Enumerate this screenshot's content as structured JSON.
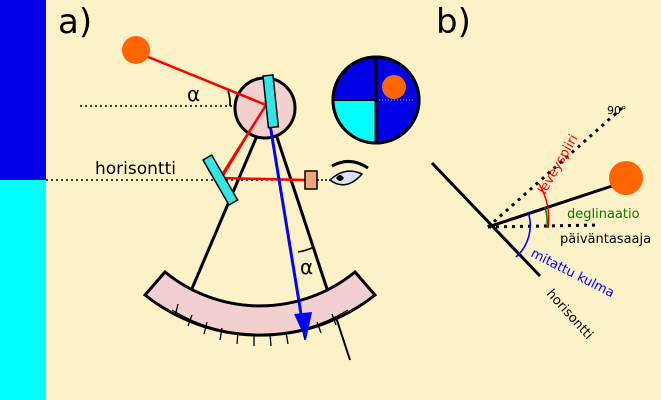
{
  "panels": {
    "a": {
      "label": "a)"
    },
    "b": {
      "label": "b)"
    }
  },
  "labels": {
    "alpha_top": "α",
    "alpha_bottom": "α",
    "horizon_a": "horisontti",
    "degree_90": "90°",
    "latitude": "leveyspiiri",
    "declination": "deglinaatio",
    "equator": "päiväntasaaja",
    "measured_angle": "mitattu kulma",
    "horizon_b": "horisontti"
  },
  "colors": {
    "background": "#fdf1c8",
    "sky": "#0000e6",
    "sea": "#00ffff",
    "sun": "#ff6600",
    "mirror": "#33e6e6",
    "scale": "#f2d0d0",
    "light_ray": "#ff0000",
    "index_arm": "#0000ff",
    "declination": "#008000",
    "eyepiece": "#f5a37a"
  },
  "icons": {
    "sun": "sun-icon",
    "eye": "eye-icon"
  }
}
